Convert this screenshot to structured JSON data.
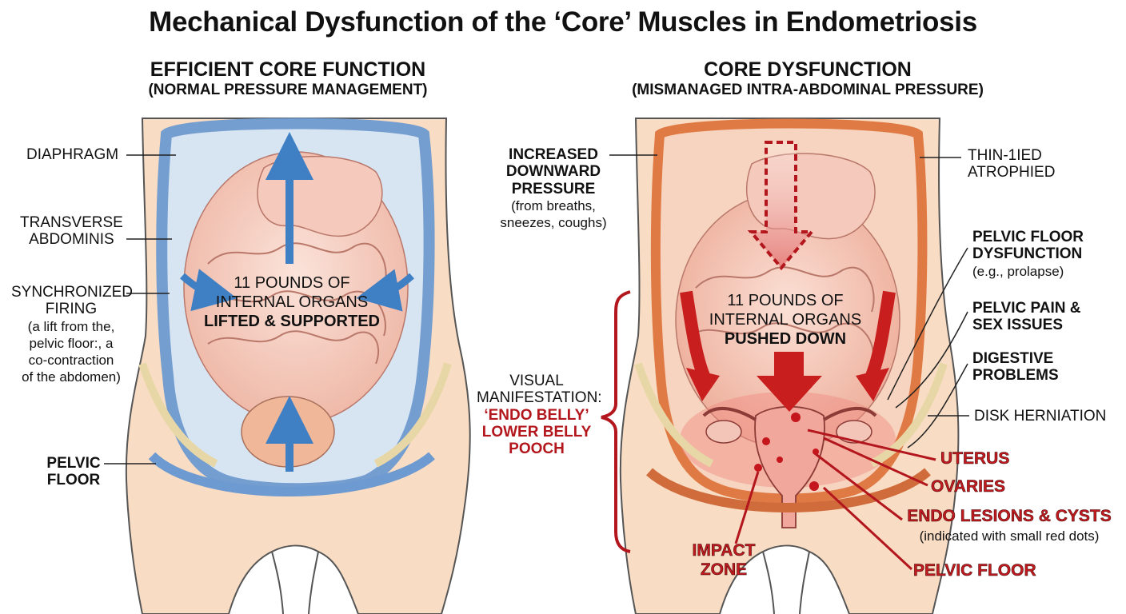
{
  "title": "Mechanical Dysfunction of the ‘Core’ Muscles in Endometriosis",
  "left_panel": {
    "heading": "EFFICIENT CORE FUNCTION",
    "subheading": "(NORMAL PRESSURE MANAGEMENT)",
    "center_line1": "11 POUNDS OF",
    "center_line2": "INTERNAL ORGANS",
    "center_line3": "LIFTED & SUPPORTED",
    "labels": {
      "diaphragm": "DIAPHRAGM",
      "transverse1": "TRANSVERSE",
      "transverse2": "ABDOMINIS",
      "sync1": "SYNCHRONIZED",
      "sync2": "FIRING",
      "sync3": "(a lift from the,",
      "sync4": "pelvic floor:, a",
      "sync5": "co-contraction",
      "sync6": "of the abdomen)",
      "pelvic1": "PELVIC",
      "pelvic2": "FLOOR"
    }
  },
  "right_panel": {
    "heading": "CORE DYSFUNCTION",
    "subheading": "(MISMANAGED INTRA-ABDOMINAL PRESSURE)",
    "center_line1": "11 POUNDS OF",
    "center_line2": "INTERNAL ORGANS",
    "center_line3": "PUSHED DOWN",
    "labels": {
      "increased1": "INCREASED",
      "increased2": "DOWNWARD",
      "increased3": "PRESSURE",
      "increased4": "(from breaths,",
      "increased5": "sneezes, coughs)",
      "visual1": "VISUAL",
      "visual2": "MANIFESTATION:",
      "visual3": "‘ENDO BELLY’",
      "visual4": "LOWER BELLY",
      "visual5": "POOCH",
      "thin1": "THIN-1IED",
      "thin2": "ATROPHIED",
      "pfd1": "PELVIC FLOOR",
      "pfd2": "DYSFUNCTION",
      "pfd3": "(e.g., prolapse)",
      "pain1": "PELVIC PAIN &",
      "pain2": "SEX ISSUES",
      "digest1": "DIGESTIVE",
      "digest2": "PROBLEMS",
      "disk": "DISK HERNIATION",
      "uterus": "UTERUS",
      "ovaries": "OVARIES",
      "endo": "ENDO LESIONS & CYSTS",
      "endo_note": "(indicated with small red dots)",
      "pelvic_floor": "PELVIC FLOOR",
      "impact1": "IMPACT",
      "impact2": "ZONE"
    }
  },
  "colors": {
    "skin": "#f8dcc3",
    "skin_outline": "#555555",
    "organ": "#f2c2b3",
    "muscle_blue": "#6d9ad1",
    "muscle_orange": "#e07a45",
    "arrow_blue": "#3f7fc4",
    "arrow_red": "#c81e1e",
    "label_red": "#c11a1f"
  }
}
